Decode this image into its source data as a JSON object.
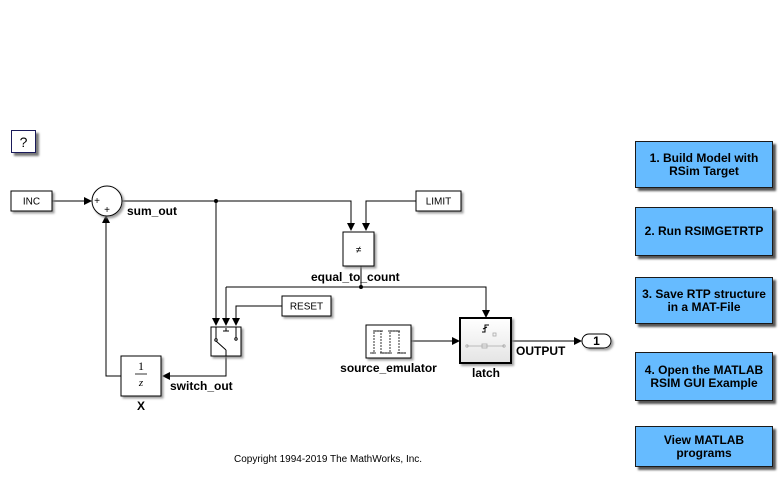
{
  "help_button": {
    "label": "?"
  },
  "blocks": {
    "inc": "INC",
    "limit": "LIMIT",
    "reset": "RESET",
    "sum_plus_1": "+",
    "sum_plus_2": "+",
    "relational_op": "≠",
    "delay_num": "1",
    "delay_den": "z",
    "output_port": "1"
  },
  "signal_labels": {
    "sum_out": "sum_out",
    "equal_to_count": "equal_to_count",
    "switch_out": "switch_out",
    "output": "OUTPUT"
  },
  "block_names": {
    "delay": "X",
    "source": "source_emulator",
    "latch": "latch"
  },
  "buttons": [
    {
      "label": "1. Build Model with RSim Target"
    },
    {
      "label": "2. Run RSIMGETRTP"
    },
    {
      "label": "3. Save RTP structure in a MAT-File"
    },
    {
      "label": "4. Open the MATLAB RSIM GUI Example"
    },
    {
      "label": "View MATLAB programs"
    }
  ],
  "copyright": "Copyright 1994-2019 The MathWorks, Inc.",
  "colors": {
    "button_fill": "#66bbff",
    "line": "#000000"
  }
}
